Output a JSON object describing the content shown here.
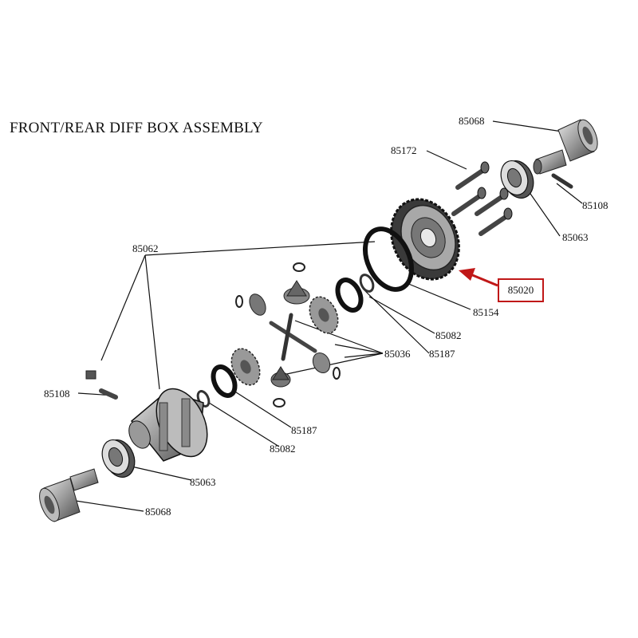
{
  "diagram": {
    "title": "FRONT/REAR DIFF BOX ASSEMBLY",
    "highlighted_part": "85020",
    "highlight_color": "#c01818",
    "labels": {
      "p85068_top": "85068",
      "p85172": "85172",
      "p85108_right": "85108",
      "p85063_right": "85063",
      "p85062": "85062",
      "p85154": "85154",
      "p85082_right": "85082",
      "p85036": "85036",
      "p85187_right": "85187",
      "p85108_left": "85108",
      "p85187_left": "85187",
      "p85082_left": "85082",
      "p85063_left": "85063",
      "p85068_bottom": "85068"
    }
  }
}
